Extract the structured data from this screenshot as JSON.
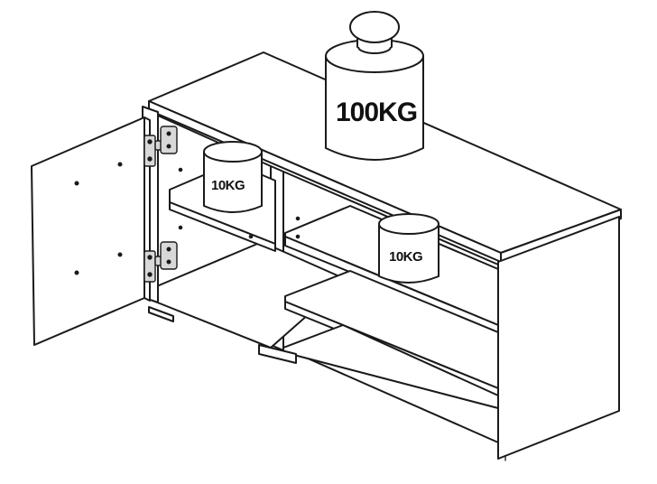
{
  "weights": {
    "top_label": "100KG",
    "inside_left_label": "10KG",
    "inside_right_label": "10KG"
  },
  "colors": {
    "line": "#1a1a1a",
    "fill": "#ffffff",
    "hardware": "#d8d8d8"
  }
}
